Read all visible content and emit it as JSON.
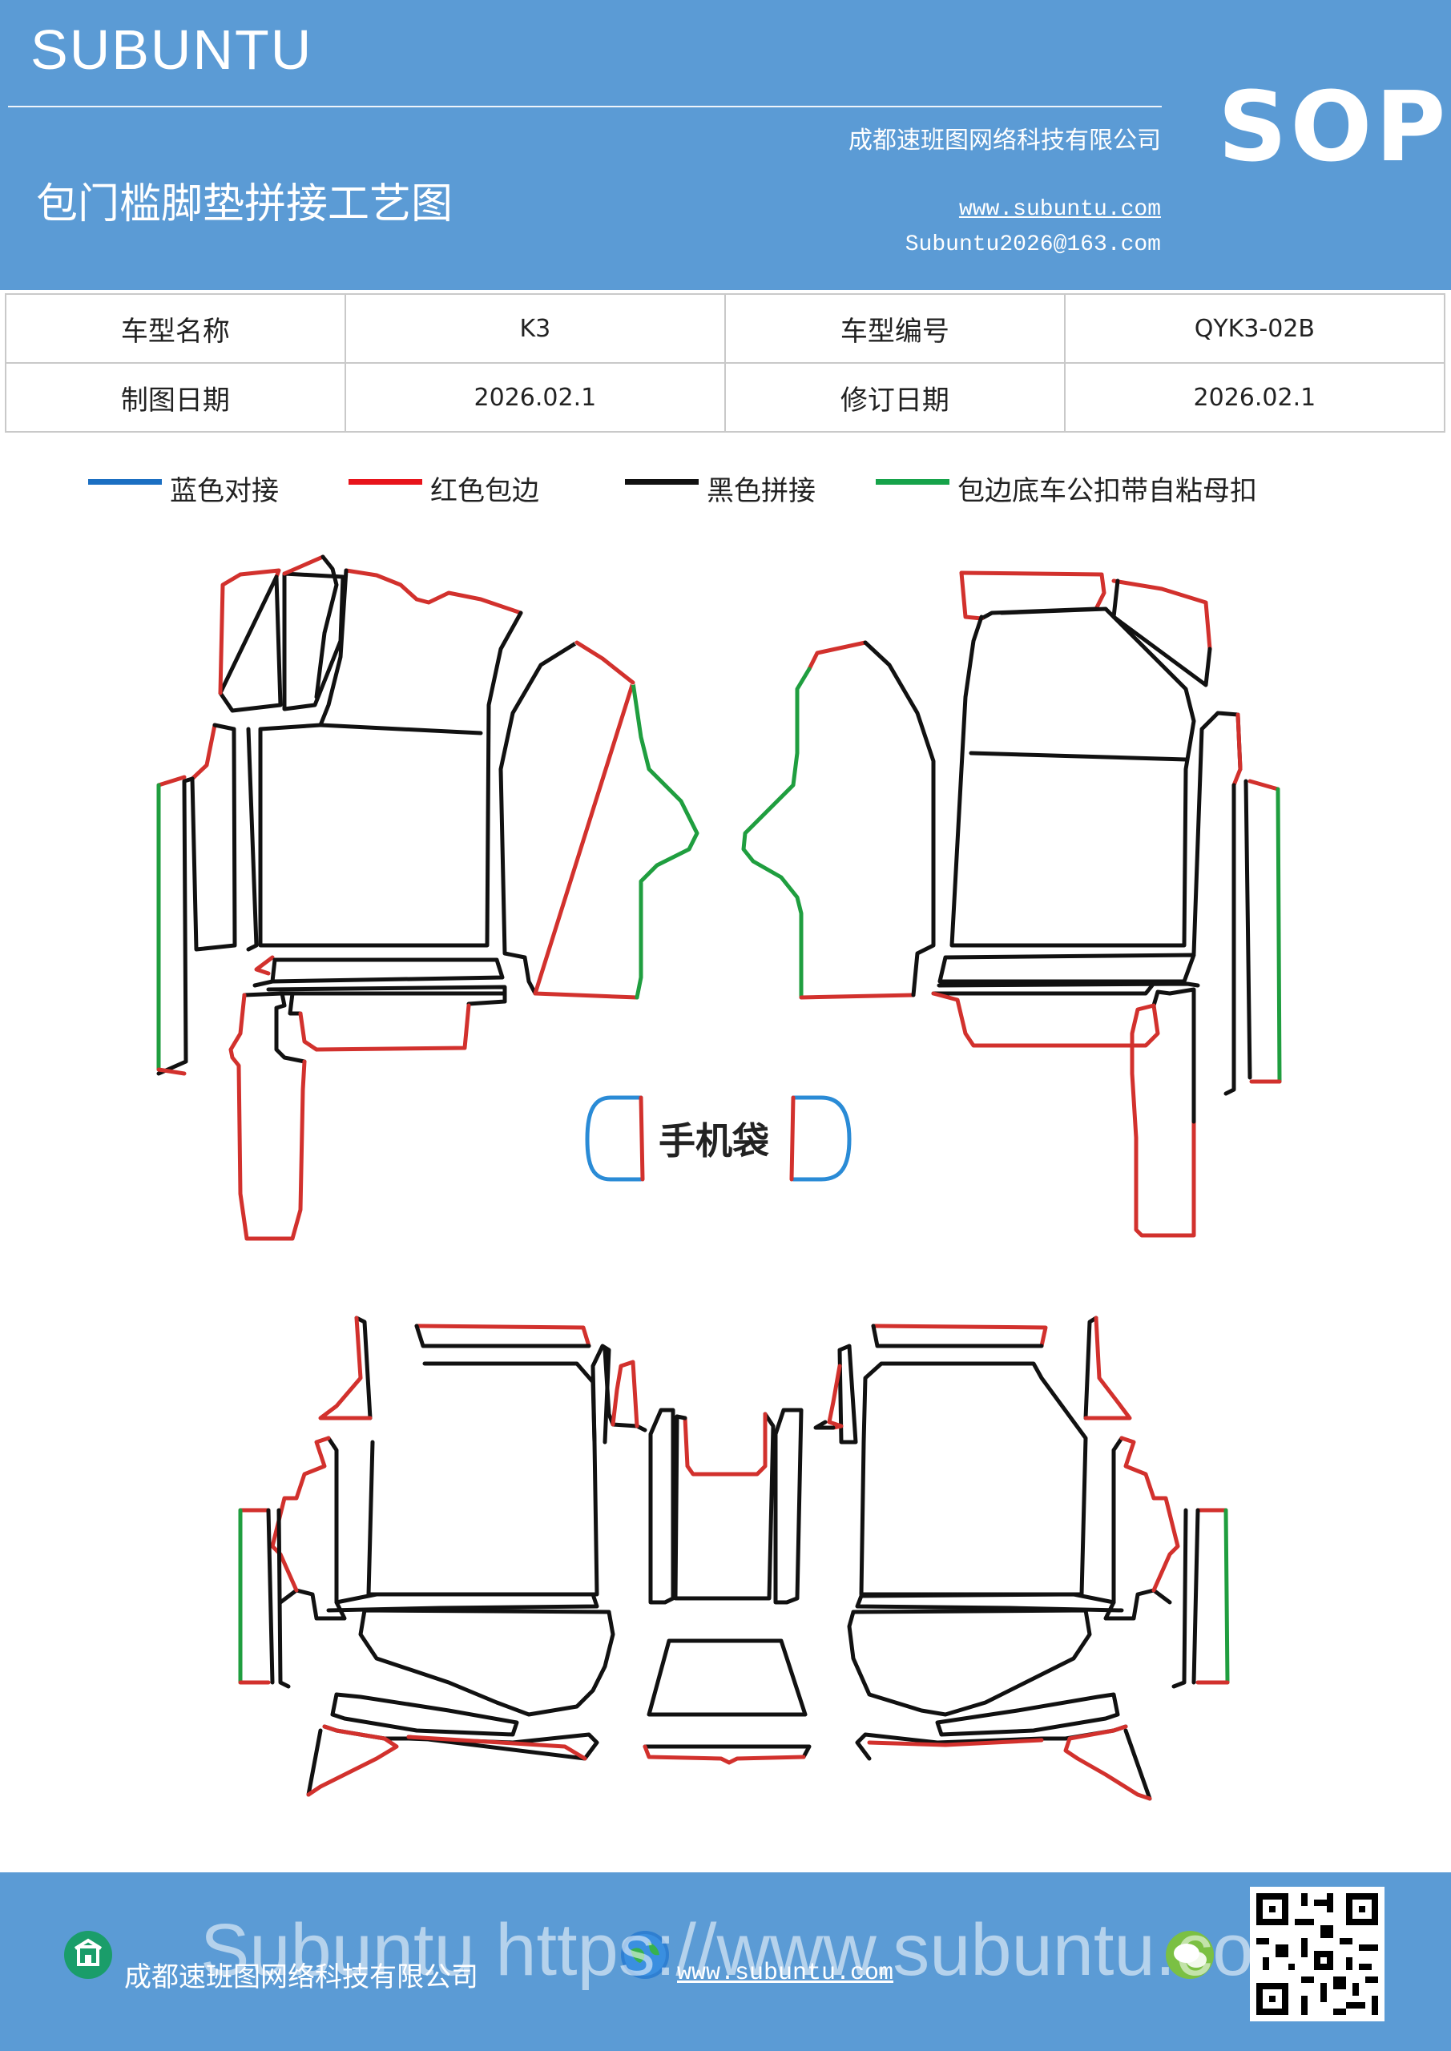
{
  "header": {
    "brand": "SUBUNTU",
    "title": "包门槛脚垫拼接工艺图",
    "company": "成都速班图网络科技有限公司",
    "website": "www.subuntu.com",
    "email": "Subuntu2026@163.com",
    "badge": "SOP"
  },
  "info_table": {
    "rows": [
      {
        "label1": "车型名称",
        "value1": "K3",
        "label2": "车型编号",
        "value2": "QYK3-02B"
      },
      {
        "label1": "制图日期",
        "value1": "2026.02.1",
        "label2": "修订日期",
        "value2": "2026.02.1"
      }
    ]
  },
  "legend": [
    {
      "label": "蓝色对接",
      "color": "#1b6fc2"
    },
    {
      "label": "红色包边",
      "color": "#e8141b"
    },
    {
      "label": "黑色拼接",
      "color": "#111111"
    },
    {
      "label": "包边底车公扣带自粘母扣",
      "color": "#16a34a"
    }
  ],
  "drawing": {
    "pocket_label": "手机袋",
    "colors": {
      "blue": "#2a8bd6",
      "red": "#d2312d",
      "black": "#111111",
      "green": "#1f9e3f"
    }
  },
  "footer": {
    "company": "成都速班图网络科技有限公司",
    "website": "www.subuntu.com",
    "watermark": "Subuntu https://www.subuntu.com"
  }
}
